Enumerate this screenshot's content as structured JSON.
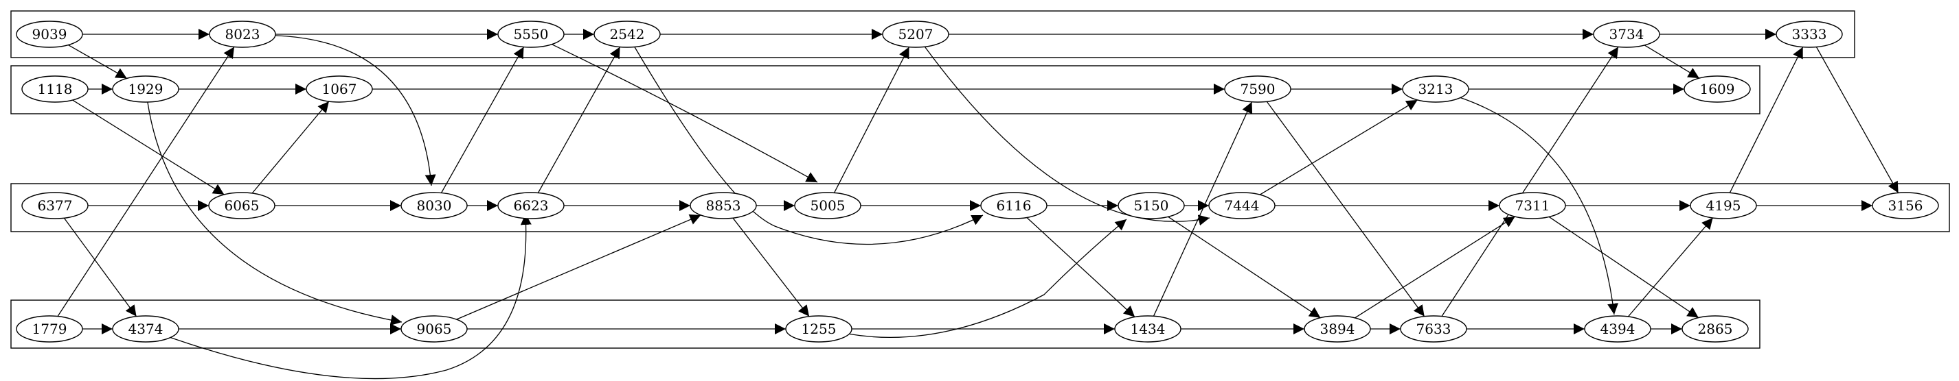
{
  "diagram": {
    "type": "directed-graph",
    "colors": {
      "stroke": "#000000",
      "fill": "#ffffff",
      "background": "#ffffff"
    },
    "clusters": [
      [
        "9039",
        "8023",
        "5550",
        "2542",
        "5207",
        "3734",
        "3333"
      ],
      [
        "1118",
        "1929",
        "1067",
        "7590",
        "3213",
        "1609"
      ],
      [
        "6377",
        "6065",
        "8030",
        "6623",
        "8853",
        "5005",
        "6116",
        "5150",
        "7444",
        "7311",
        "4195",
        "3156"
      ],
      [
        "1779",
        "4374",
        "9065",
        "1255",
        "1434",
        "3894",
        "7633",
        "4394",
        "2865"
      ]
    ],
    "nodes": [
      "9039",
      "8023",
      "5550",
      "2542",
      "5207",
      "3734",
      "3333",
      "1118",
      "1929",
      "1067",
      "7590",
      "3213",
      "1609",
      "6377",
      "6065",
      "8030",
      "6623",
      "8853",
      "5005",
      "6116",
      "5150",
      "7444",
      "7311",
      "4195",
      "3156",
      "1779",
      "4374",
      "9065",
      "1255",
      "1434",
      "3894",
      "7633",
      "4394",
      "2865"
    ],
    "edges": [
      [
        "9039",
        "8023"
      ],
      [
        "9039",
        "1929"
      ],
      [
        "8023",
        "5550"
      ],
      [
        "8023",
        "8030"
      ],
      [
        "5550",
        "2542"
      ],
      [
        "5550",
        "5005"
      ],
      [
        "2542",
        "5207"
      ],
      [
        "2542",
        "6116"
      ],
      [
        "5207",
        "3734"
      ],
      [
        "5207",
        "7444"
      ],
      [
        "3734",
        "3333"
      ],
      [
        "3734",
        "1609"
      ],
      [
        "3333",
        "3156"
      ],
      [
        "1118",
        "1929"
      ],
      [
        "1118",
        "6065"
      ],
      [
        "1929",
        "1067"
      ],
      [
        "1929",
        "9065"
      ],
      [
        "1067",
        "7590"
      ],
      [
        "7590",
        "3213"
      ],
      [
        "7590",
        "7633"
      ],
      [
        "3213",
        "1609"
      ],
      [
        "3213",
        "4394"
      ],
      [
        "6377",
        "6065"
      ],
      [
        "6377",
        "4374"
      ],
      [
        "6065",
        "1067"
      ],
      [
        "6065",
        "8030"
      ],
      [
        "8030",
        "5550"
      ],
      [
        "8030",
        "6623"
      ],
      [
        "6623",
        "2542"
      ],
      [
        "6623",
        "8853"
      ],
      [
        "8853",
        "5005"
      ],
      [
        "8853",
        "1255"
      ],
      [
        "5005",
        "5207"
      ],
      [
        "5005",
        "6116"
      ],
      [
        "6116",
        "5150"
      ],
      [
        "6116",
        "1434"
      ],
      [
        "5150",
        "7444"
      ],
      [
        "5150",
        "3894"
      ],
      [
        "7444",
        "3213"
      ],
      [
        "7444",
        "7311"
      ],
      [
        "7311",
        "4195"
      ],
      [
        "7311",
        "2865"
      ],
      [
        "4195",
        "3333"
      ],
      [
        "4195",
        "3156"
      ],
      [
        "1779",
        "4374"
      ],
      [
        "1779",
        "8023"
      ],
      [
        "4374",
        "9065"
      ],
      [
        "4374",
        "6623"
      ],
      [
        "9065",
        "1255"
      ],
      [
        "9065",
        "8853"
      ],
      [
        "1255",
        "1434"
      ],
      [
        "1255",
        "5150"
      ],
      [
        "1434",
        "3894"
      ],
      [
        "1434",
        "7590"
      ],
      [
        "3894",
        "7633"
      ],
      [
        "3894",
        "7311"
      ],
      [
        "7633",
        "4394"
      ],
      [
        "7633",
        "3734"
      ],
      [
        "4394",
        "2865"
      ],
      [
        "4394",
        "4195"
      ]
    ]
  }
}
